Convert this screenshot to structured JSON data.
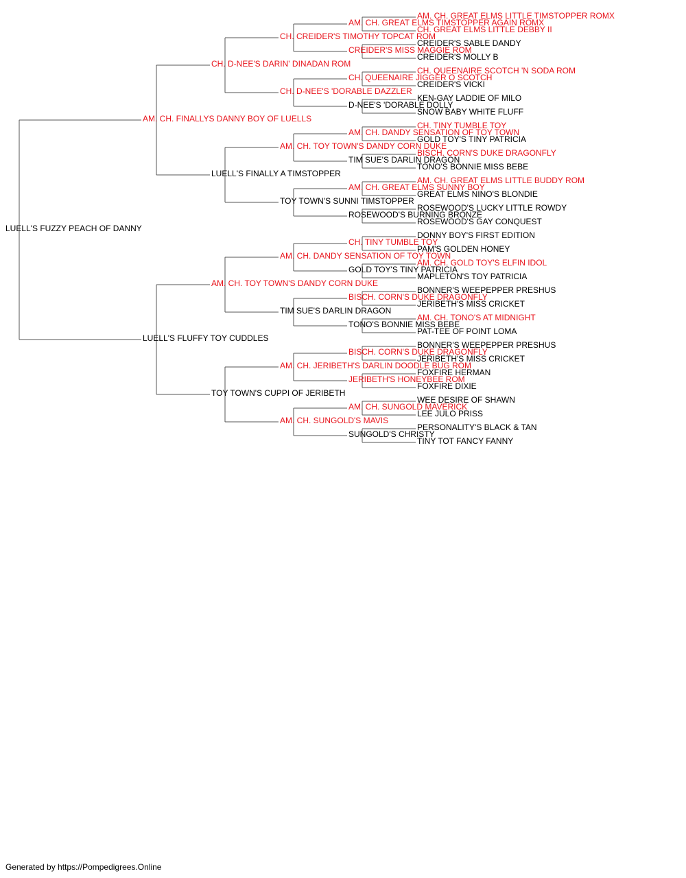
{
  "pedigree": {
    "name": "LUELL'S FUZZY PEACH OF DANNY",
    "titled": false,
    "sire": {
      "name": "AM. CH. FINALLYS DANNY BOY OF LUELLS",
      "titled": true,
      "sire": {
        "name": "CH. D-NEE'S DARIN' DINADAN ROM",
        "titled": true,
        "sire": {
          "name": "CH. CREIDER'S TIMOTHY TOPCAT ROM",
          "titled": true,
          "sire": {
            "name": "AM. CH. GREAT ELMS TIMSTOPPER AGAIN ROMX",
            "titled": true,
            "sire": {
              "name": "AM. CH. GREAT ELMS LITTLE TIMSTOPPER ROMX",
              "titled": true
            },
            "dam": {
              "name": "CH. GREAT ELMS LITTLE DEBBY II",
              "titled": true
            }
          },
          "dam": {
            "name": "CREIDER'S MISS MAGGIE ROM",
            "titled": true,
            "sire": {
              "name": "CREIDER'S SABLE DANDY",
              "titled": false
            },
            "dam": {
              "name": "CREIDER'S MOLLY B",
              "titled": false
            }
          }
        },
        "dam": {
          "name": "CH. D-NEE'S 'DORABLE DAZZLER",
          "titled": true,
          "sire": {
            "name": "CH. QUEENAIRE JIGGER O SCOTCH",
            "titled": true,
            "sire": {
              "name": "CH. QUEENAIRE SCOTCH 'N SODA ROM",
              "titled": true
            },
            "dam": {
              "name": "CREIDER'S VICKI",
              "titled": false
            }
          },
          "dam": {
            "name": "D-NEE'S 'DORABLE DOLLY",
            "titled": false,
            "sire": {
              "name": "KEN-GAY LADDIE OF MILO",
              "titled": false
            },
            "dam": {
              "name": "SNOW BABY WHITE FLUFF",
              "titled": false
            }
          }
        }
      },
      "dam": {
        "name": "LUELL'S FINALLY A TIMSTOPPER",
        "titled": false,
        "sire": {
          "name": "AM. CH. TOY TOWN'S DANDY CORN DUKE",
          "titled": true,
          "sire": {
            "name": "AM. CH. DANDY SENSATION OF TOY TOWN",
            "titled": true,
            "sire": {
              "name": "CH. TINY TUMBLE TOY",
              "titled": true
            },
            "dam": {
              "name": "GOLD TOY'S TINY PATRICIA",
              "titled": false
            }
          },
          "dam": {
            "name": "TIM SUE'S DARLIN DRAGON",
            "titled": false,
            "sire": {
              "name": "BISCH. CORN'S DUKE DRAGONFLY",
              "titled": true
            },
            "dam": {
              "name": "TONO'S BONNIE MISS BEBE",
              "titled": false
            }
          }
        },
        "dam": {
          "name": "TOY TOWN'S SUNNI TIMSTOPPER",
          "titled": false,
          "sire": {
            "name": "AM. CH. GREAT ELMS SUNNY BOY",
            "titled": true,
            "sire": {
              "name": "AM. CH. GREAT ELMS LITTLE BUDDY ROM",
              "titled": true
            },
            "dam": {
              "name": "GREAT ELMS NINO'S BLONDIE",
              "titled": false
            }
          },
          "dam": {
            "name": "ROSEWOOD'S BURNING BRONZE",
            "titled": false,
            "sire": {
              "name": "ROSEWOOD'S LUCKY LITTLE ROWDY",
              "titled": false
            },
            "dam": {
              "name": "ROSEWOOD'S GAY CONQUEST",
              "titled": false
            }
          }
        }
      }
    },
    "dam": {
      "name": "LUELL'S FLUFFY TOY CUDDLES",
      "titled": false,
      "sire": {
        "name": "AM. CH. TOY TOWN'S DANDY CORN DUKE",
        "titled": true,
        "sire": {
          "name": "AM. CH. DANDY SENSATION OF TOY TOWN",
          "titled": true,
          "sire": {
            "name": "CH. TINY TUMBLE TOY",
            "titled": true,
            "sire": {
              "name": "DONNY BOY'S FIRST EDITION",
              "titled": false
            },
            "dam": {
              "name": "PAM'S GOLDEN HONEY",
              "titled": false
            }
          },
          "dam": {
            "name": "GOLD TOY'S TINY PATRICIA",
            "titled": false,
            "sire": {
              "name": "AM. CH. GOLD TOY'S ELFIN IDOL",
              "titled": true
            },
            "dam": {
              "name": "MAPLETON'S TOY PATRICIA",
              "titled": false
            }
          }
        },
        "dam": {
          "name": "TIM SUE'S DARLIN DRAGON",
          "titled": false,
          "sire": {
            "name": "BISCH. CORN'S DUKE DRAGONFLY",
            "titled": true,
            "sire": {
              "name": "BONNER'S WEEPEPPER PRESHUS",
              "titled": false
            },
            "dam": {
              "name": "JERIBETH'S MISS CRICKET",
              "titled": false
            }
          },
          "dam": {
            "name": "TONO'S BONNIE MISS BEBE",
            "titled": false,
            "sire": {
              "name": "AM. CH. TONO'S AT MIDNIGHT",
              "titled": true
            },
            "dam": {
              "name": "PAT-TEE OF POINT LOMA",
              "titled": false
            }
          }
        }
      },
      "dam": {
        "name": "TOY TOWN'S CUPPI OF JERIBETH",
        "titled": false,
        "sire": {
          "name": "AM. CH. JERIBETH'S DARLIN DOODLE BUG ROM",
          "titled": true,
          "sire": {
            "name": "BISCH. CORN'S DUKE DRAGONFLY",
            "titled": true,
            "sire": {
              "name": "BONNER'S WEEPEPPER PRESHUS",
              "titled": false
            },
            "dam": {
              "name": "JERIBETH'S MISS CRICKET",
              "titled": false
            }
          },
          "dam": {
            "name": "JERIBETH'S HONEYBEE ROM",
            "titled": true,
            "sire": {
              "name": "FOXFIRE HERMAN",
              "titled": false
            },
            "dam": {
              "name": "FOXFIRE DIXIE",
              "titled": false
            }
          }
        },
        "dam": {
          "name": "AM. CH. SUNGOLD'S MAVIS",
          "titled": true,
          "sire": {
            "name": "AM. CH. SUNGOLD MAVERICK",
            "titled": true,
            "sire": {
              "name": "WEE DESIRE OF SHAWN",
              "titled": false
            },
            "dam": {
              "name": "LEE JULO PRISS",
              "titled": false
            }
          },
          "dam": {
            "name": "SUNGOLD'S CHRISTY",
            "titled": false,
            "sire": {
              "name": "PERSONALITY'S BLACK & TAN",
              "titled": false
            },
            "dam": {
              "name": "TINY TOT FANCY FANNY",
              "titled": false
            }
          }
        }
      }
    }
  },
  "footer": "Generated by https://Pompedigrees.Online",
  "colors": {
    "titled": "#e8141c",
    "untitled": "#000000",
    "connector": "#555555"
  }
}
